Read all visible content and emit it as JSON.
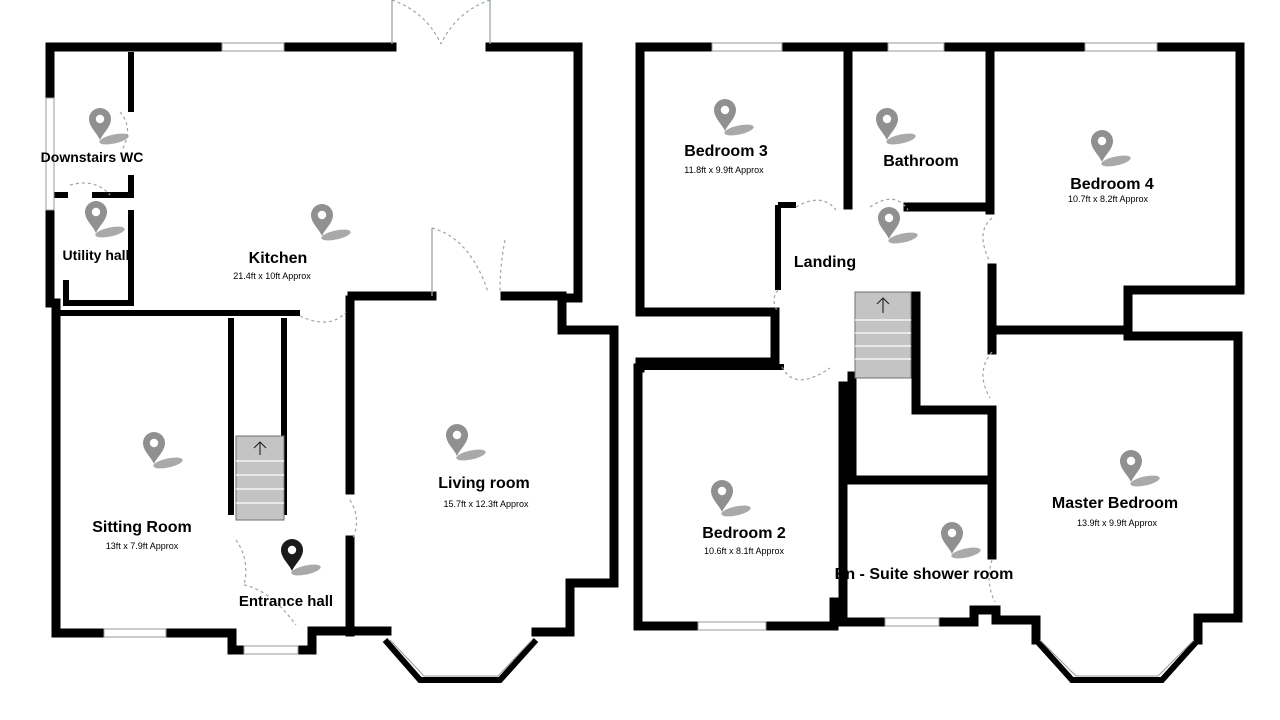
{
  "colors": {
    "wall": "#000000",
    "pin": "#909090",
    "pin_active": "#1a1a1a",
    "pin_shadow": "#9a9a9a",
    "stair": "#c4c4c4",
    "door": "#9aa6a6"
  },
  "ground_floor": {
    "rooms": [
      {
        "id": "downstairs-wc",
        "name": "Downstairs WC",
        "dims": "",
        "icon": "location-pin-icon"
      },
      {
        "id": "utility-hall",
        "name": "Utility hall",
        "dims": "",
        "icon": "location-pin-icon"
      },
      {
        "id": "kitchen",
        "name": "Kitchen",
        "dims": "21.4ft x 10ft Approx",
        "icon": "location-pin-icon"
      },
      {
        "id": "sitting-room",
        "name": "Sitting Room",
        "dims": "13ft x 7.9ft Approx",
        "icon": "location-pin-icon"
      },
      {
        "id": "living-room",
        "name": "Living room",
        "dims": "15.7ft x 12.3ft Approx",
        "icon": "location-pin-icon"
      },
      {
        "id": "entrance-hall",
        "name": "Entrance hall",
        "dims": "",
        "icon": "location-pin-icon",
        "selected": true
      }
    ]
  },
  "first_floor": {
    "rooms": [
      {
        "id": "bedroom-3",
        "name": "Bedroom 3",
        "dims": "11.8ft x 9.9ft Approx",
        "icon": "location-pin-icon"
      },
      {
        "id": "bathroom",
        "name": "Bathroom",
        "dims": "",
        "icon": "location-pin-icon"
      },
      {
        "id": "bedroom-4",
        "name": "Bedroom 4",
        "dims": "10.7ft x 8.2ft Approx",
        "icon": "location-pin-icon"
      },
      {
        "id": "landing",
        "name": "Landing",
        "dims": "",
        "icon": "location-pin-icon"
      },
      {
        "id": "bedroom-2",
        "name": "Bedroom 2",
        "dims": "10.6ft x 8.1ft Approx",
        "icon": "location-pin-icon"
      },
      {
        "id": "en-suite",
        "name": "En - Suite shower room",
        "dims": "",
        "icon": "location-pin-icon"
      },
      {
        "id": "master-bedroom",
        "name": "Master Bedroom",
        "dims": "13.9ft x 9.9ft Approx",
        "icon": "location-pin-icon"
      }
    ]
  }
}
